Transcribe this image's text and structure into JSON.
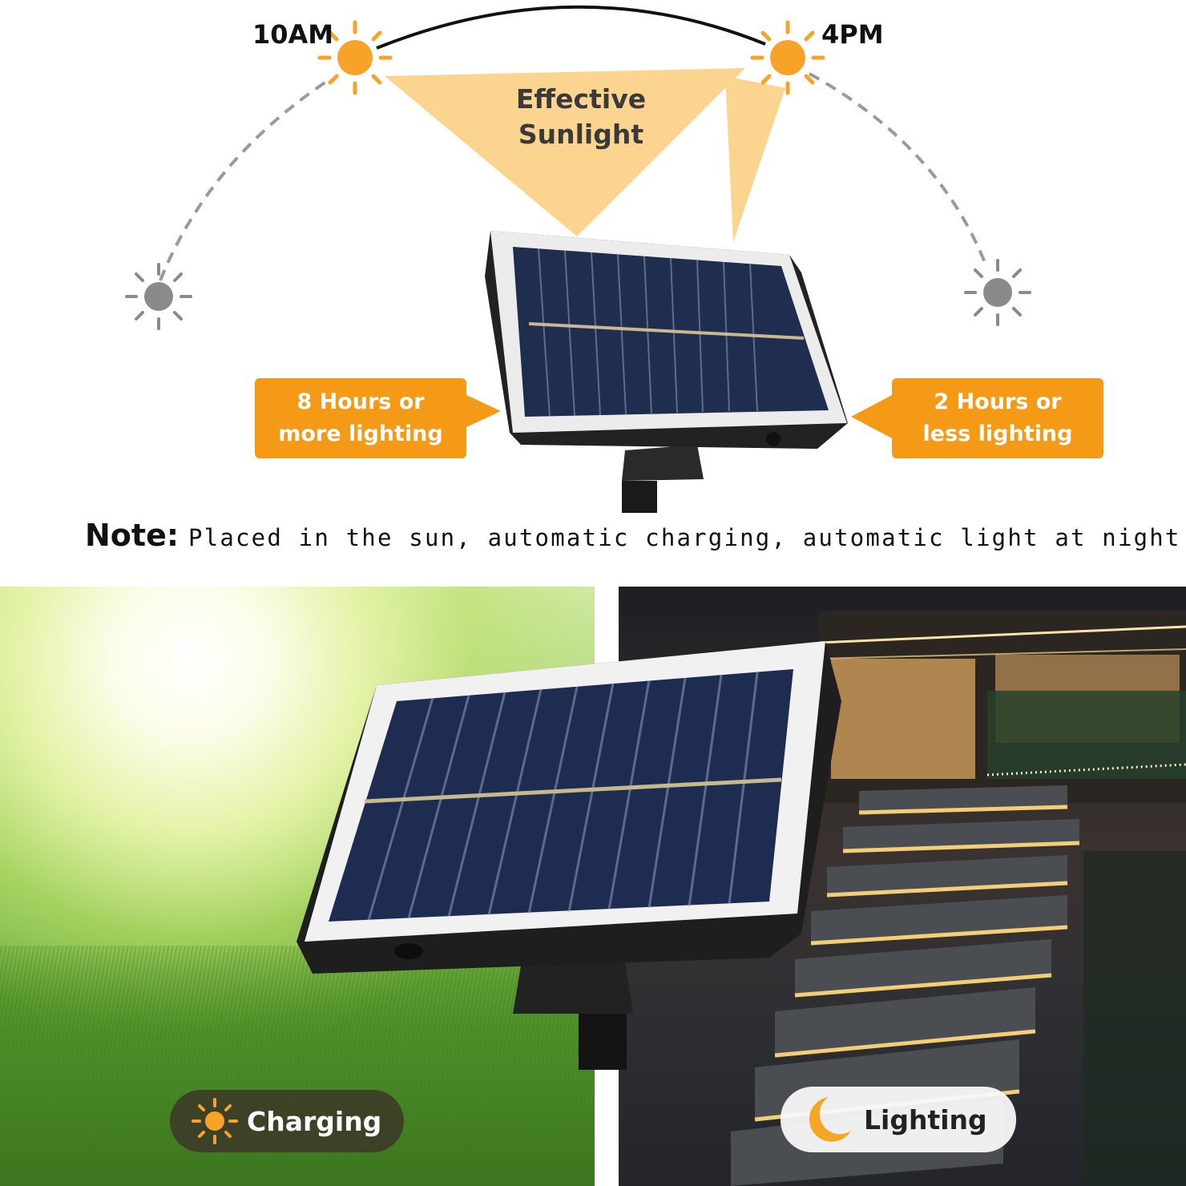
{
  "diagram": {
    "time_start": "10AM",
    "time_end": "4PM",
    "effective_sunlight": [
      "Effective",
      "Sunlight"
    ],
    "callout_left": [
      "8 Hours or",
      "more lighting"
    ],
    "callout_right": [
      "2 Hours or",
      "less lighting"
    ]
  },
  "note": {
    "label": "Note:",
    "text": "Placed in the sun, automatic charging, automatic light at night"
  },
  "badges": {
    "charging": "Charging",
    "lighting": "Lighting"
  },
  "icons": {
    "active_sun": "sun-icon",
    "inactive_sun": "sun-icon",
    "moon": "moon-icon"
  },
  "colors": {
    "accent_orange": "#f59a16",
    "sun_orange": "#f7a32a",
    "sunlight_beam": "#fbd58f",
    "inactive_sun": "#8a8a8a"
  }
}
